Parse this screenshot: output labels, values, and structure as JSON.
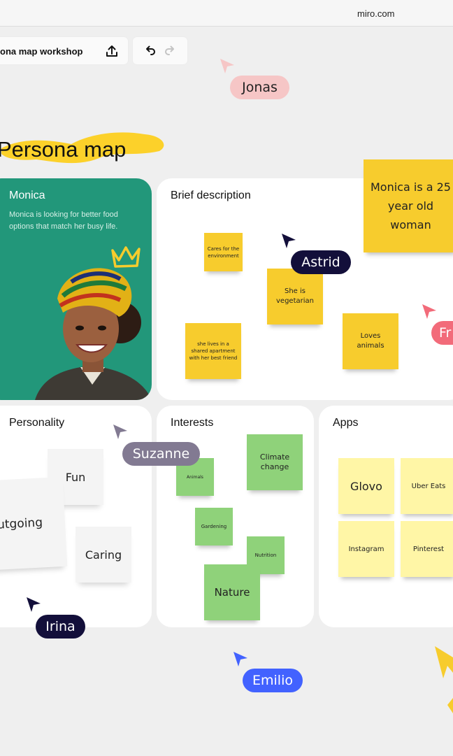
{
  "browser": {
    "url": "miro.com"
  },
  "toolbar": {
    "board_name": "ona map workshop"
  },
  "page": {
    "title": "Persona map"
  },
  "persona": {
    "name": "Monica",
    "description": "Monica is looking for better food options that match her busy life."
  },
  "brief": {
    "title": "Brief description",
    "stickies": [
      "Monica is a 25 year old woman",
      "Cares for the environment",
      "She is vegetarian",
      "she lives in a shared apartment with her best friend",
      "Loves animals"
    ]
  },
  "personality": {
    "title": "Personality",
    "stickies": [
      "Fun",
      "utgoing",
      "Caring"
    ]
  },
  "interests": {
    "title": "Interests",
    "stickies": [
      "Animals",
      "Climate change",
      "Gardening",
      "Nutrition",
      "Nature"
    ]
  },
  "apps": {
    "title": "Apps",
    "stickies": [
      "Glovo",
      "Uber Eats",
      "Instagram",
      "Pinterest"
    ]
  },
  "cursors": [
    {
      "name": "Jonas",
      "color": "#f6c6c6",
      "text_color": "#222222"
    },
    {
      "name": "Astrid",
      "color": "#130f3a",
      "text_color": "#ffffff"
    },
    {
      "name": "Fr",
      "color": "#f26b7a",
      "text_color": "#ffffff"
    },
    {
      "name": "Suzanne",
      "color": "#827a92",
      "text_color": "#ffffff"
    },
    {
      "name": "Irina",
      "color": "#130f3a",
      "text_color": "#ffffff"
    },
    {
      "name": "Emilio",
      "color": "#4262ff",
      "text_color": "#ffffff"
    }
  ],
  "colors": {
    "persona_card": "#22977a",
    "sticky_yellow": "#f7cc2d",
    "sticky_green": "#8fd27a",
    "sticky_light_yellow": "#fff6a6",
    "highlight": "#fcd12a"
  },
  "icons": [
    "crown-icon",
    "share-icon",
    "undo-icon",
    "redo-icon",
    "cursor-arrow-icon"
  ]
}
